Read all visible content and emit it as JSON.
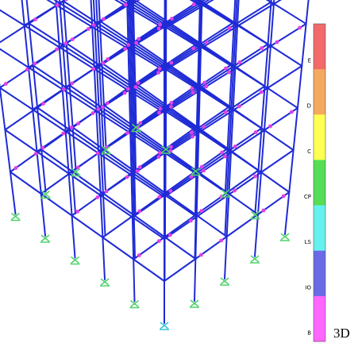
{
  "view": {
    "label": "3D",
    "frame_color": "#1f2bd6",
    "hinge_color": "#e040e8",
    "support_color": "#4fd36a",
    "support_selected_color": "#37c9d8"
  },
  "legend": {
    "bands": [
      {
        "label": "",
        "color": "#f26a6a"
      },
      {
        "label": "E",
        "color": "#f26a6a"
      },
      {
        "label": "",
        "color": "#f4a860"
      },
      {
        "label": "D",
        "color": "#f4a860"
      },
      {
        "label": "",
        "color": "#ffff55"
      },
      {
        "label": "C",
        "color": "#ffff55"
      },
      {
        "label": "",
        "color": "#55dd55"
      },
      {
        "label": "CP",
        "color": "#55dd55"
      },
      {
        "label": "",
        "color": "#66f0f0"
      },
      {
        "label": "LS",
        "color": "#66f0f0"
      },
      {
        "label": "",
        "color": "#6a6ae6"
      },
      {
        "label": "IO",
        "color": "#6a6ae6"
      },
      {
        "label": "",
        "color": "#ff66ff"
      },
      {
        "label": "B",
        "color": "#ff66ff"
      }
    ]
  }
}
